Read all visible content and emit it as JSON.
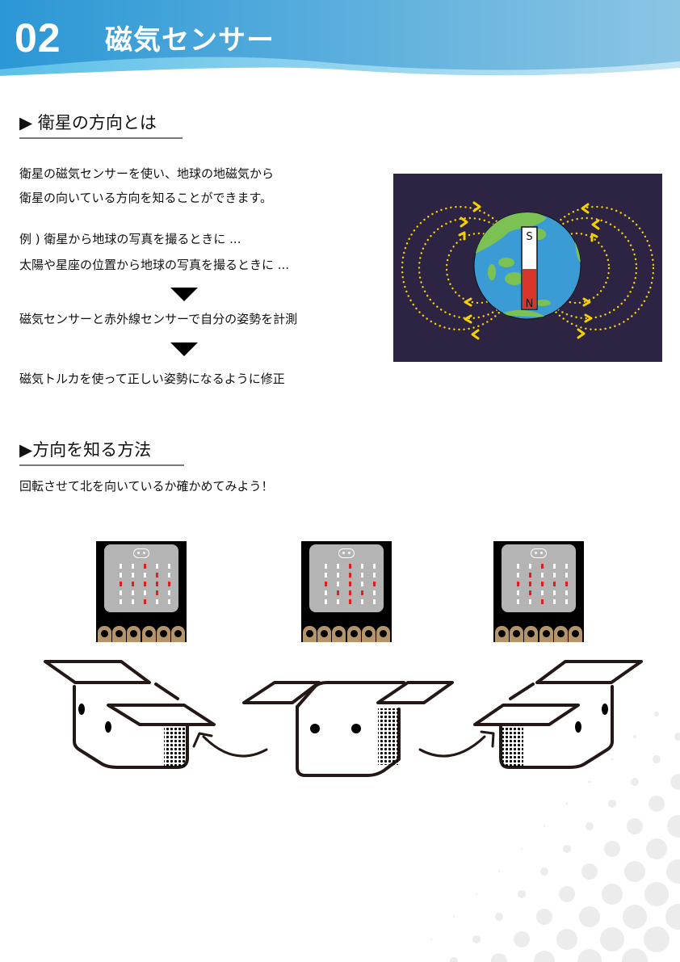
{
  "header": {
    "number": "02",
    "title": "磁気センサー",
    "colors": {
      "gradient_start": "#2b97d5",
      "gradient_end": "#8cc5e4",
      "wave": "#a8dcf0"
    }
  },
  "section1": {
    "title": "▶ 衛星の方向とは",
    "intro": [
      "衛星の磁気センサーを使い、地球の地磁気から",
      "衛星の向いている方向を知ることができます。"
    ],
    "example": [
      "例 ) 衛星から地球の写真を撮るときに ...",
      "太陽や星座の位置から地球の写真を撮るときに ..."
    ],
    "step2": "磁気センサーと赤外線センサーで自分の姿勢を計測",
    "step3": "磁気トルカを使って正しい姿勢になるように修正",
    "illustration": {
      "description": "earth-magnetic-field",
      "magnet_top_label": "S",
      "magnet_bottom_label": "N",
      "colors": {
        "background": "#2c2442",
        "ocean": "#3a9bd5",
        "land": "#7cc154",
        "field_lines": "#f5d000",
        "magnet_n": "#d9342b"
      }
    }
  },
  "section2": {
    "title": "▶方向を知る方法",
    "subtitle": "回転させて北を向いているか確かめてみよう！",
    "microbits": [
      {
        "name": "arrow-right",
        "leds": [
          0,
          0,
          1,
          0,
          0,
          0,
          0,
          0,
          1,
          0,
          1,
          1,
          1,
          1,
          1,
          0,
          0,
          0,
          1,
          0,
          0,
          0,
          1,
          0,
          0
        ]
      },
      {
        "name": "arrow-down",
        "leds": [
          0,
          0,
          1,
          0,
          0,
          0,
          0,
          1,
          0,
          0,
          1,
          0,
          1,
          0,
          1,
          0,
          1,
          1,
          1,
          0,
          0,
          0,
          1,
          0,
          0
        ]
      },
      {
        "name": "arrow-left",
        "leds": [
          0,
          0,
          1,
          0,
          0,
          0,
          1,
          0,
          0,
          0,
          1,
          1,
          1,
          1,
          1,
          0,
          1,
          0,
          0,
          0,
          0,
          0,
          1,
          0,
          0
        ]
      }
    ]
  }
}
